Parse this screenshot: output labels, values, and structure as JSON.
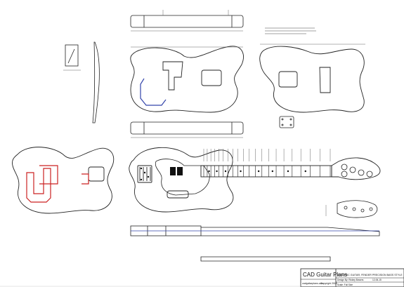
{
  "title_block": {
    "company": "CAD Guitar Plans",
    "website": "cadguitarplans.com",
    "copyright": "Copyright 2015",
    "description": "ELECTRIC GUITAR, FENDER PRECISION BASS STYLE",
    "design_by": "Design By: Rickey Bowers",
    "date": "12-06-15",
    "scale": "Scale: Full Size"
  },
  "colors": {
    "line": "#222222",
    "dim": "#666666",
    "route_red": "#cc2222",
    "route_blue": "#3344aa",
    "fill_black": "#111111"
  }
}
